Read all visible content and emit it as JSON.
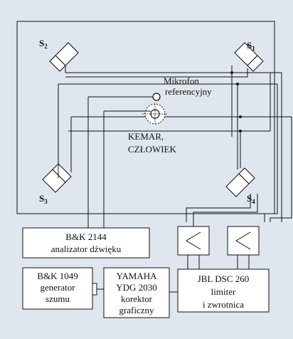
{
  "speakers": [
    {
      "letter": "S",
      "sub": "2"
    },
    {
      "letter": "S",
      "sub": "1"
    },
    {
      "letter": "S",
      "sub": "3"
    },
    {
      "letter": "S",
      "sub": "4"
    }
  ],
  "microphone": {
    "line1": "Mikrofon",
    "line2": "referencyjny"
  },
  "listener": {
    "line1": "KEMAR,",
    "line2": "CZŁOWIEK"
  },
  "analyzer": {
    "line1": "B&K 2144",
    "line2": "analizator dźwięku"
  },
  "generator": {
    "line1": "B&K 1049",
    "line2": "generator",
    "line3": "szumu"
  },
  "equalizer": {
    "line1": "YAMAHA",
    "line2": "YDG 2030",
    "line3": "korektor",
    "line4": "graficzny"
  },
  "processor": {
    "line1": "JBL DSC 260",
    "line2": "limiter",
    "line3": "i zwrotnica"
  },
  "colors": {
    "background": "#dfe6ee",
    "box_fill": "#ffffff",
    "line": "#111111"
  }
}
